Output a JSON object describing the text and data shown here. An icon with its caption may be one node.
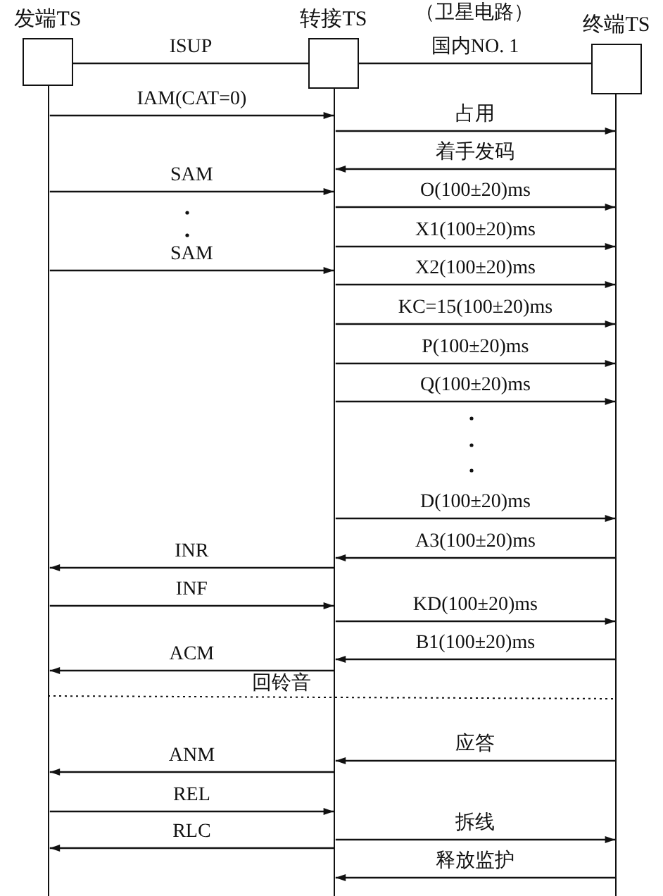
{
  "diagram": {
    "nodes": [
      {
        "text": [
          "发端TS"
        ]
      },
      {
        "text": [
          "转接TS"
        ]
      },
      {
        "text": [
          "终端TS"
        ]
      },
      {
        "text": [],
        "shape": "bar"
      },
      {
        "text": [],
        "shape": "bar"
      },
      {
        "text": [],
        "shape": "bar"
      }
    ],
    "edges": [
      {
        "from": 0,
        "to": 1,
        "arrow": "none",
        "label": "ISUP"
      },
      {
        "from": 1,
        "to": 2,
        "arrow": "none",
        "label": "国内NO. 1"
      },
      {
        "from": 3,
        "to": 4,
        "arrow": "to",
        "label": "IAM(CAT=0)"
      },
      {
        "from": 4,
        "to": 5,
        "arrow": "to",
        "label": "占用"
      },
      {
        "from": 5,
        "to": 4,
        "arrow": "to",
        "label": "着手发码"
      },
      {
        "from": 3,
        "to": 4,
        "arrow": "to",
        "label": "SAM"
      },
      {
        "from": 4,
        "to": 5,
        "arrow": "to",
        "label": "O(100±20)ms"
      },
      {
        "from": 4,
        "to": 5,
        "arrow": "to",
        "label": "X1(100±20)ms"
      },
      {
        "from": 3,
        "to": 4,
        "arrow": "to",
        "label": "SAM"
      },
      {
        "from": 4,
        "to": 5,
        "arrow": "to",
        "label": "X2(100±20)ms"
      },
      {
        "from": 4,
        "to": 5,
        "arrow": "to",
        "label": "KC=15(100±20)ms"
      },
      {
        "from": 4,
        "to": 5,
        "arrow": "to",
        "label": "P(100±20)ms"
      },
      {
        "from": 4,
        "to": 5,
        "arrow": "to",
        "label": "Q(100±20)ms"
      },
      {
        "from": 4,
        "to": 5,
        "arrow": "to",
        "label": "D(100±20)ms"
      },
      {
        "from": 5,
        "to": 4,
        "arrow": "to",
        "label": "A3(100±20)ms"
      },
      {
        "from": 4,
        "to": 3,
        "arrow": "to",
        "label": "INR"
      },
      {
        "from": 3,
        "to": 4,
        "arrow": "to",
        "label": "INF"
      },
      {
        "from": 4,
        "to": 5,
        "arrow": "to",
        "label": "KD(100±20)ms"
      },
      {
        "from": 5,
        "to": 4,
        "arrow": "to",
        "label": "B1(100±20)ms"
      },
      {
        "from": 4,
        "to": 3,
        "arrow": "to",
        "label": "ACM"
      },
      {
        "from": 5,
        "to": 4,
        "arrow": "to",
        "label": "应答"
      },
      {
        "from": 4,
        "to": 3,
        "arrow": "to",
        "label": "ANM"
      },
      {
        "from": 3,
        "to": 4,
        "arrow": "to",
        "label": "REL"
      },
      {
        "from": 4,
        "to": 3,
        "arrow": "to",
        "label": "RLC"
      },
      {
        "from": 4,
        "to": 5,
        "arrow": "to",
        "label": "拆线"
      },
      {
        "from": 5,
        "to": 4,
        "arrow": "to",
        "label": "释放监护"
      }
    ],
    "labels": [
      "（卫星电路）",
      "回铃音"
    ]
  }
}
